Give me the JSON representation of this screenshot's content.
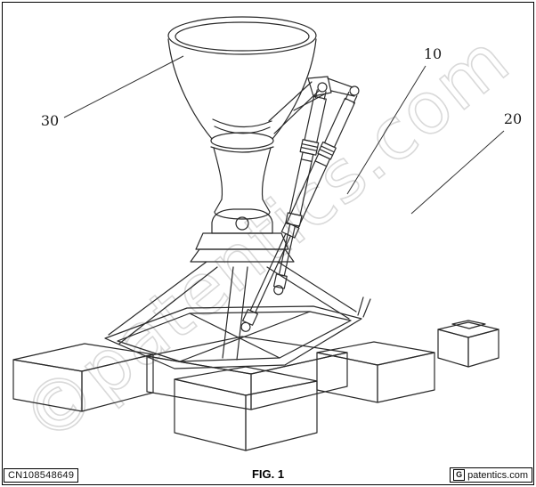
{
  "figure": {
    "caption": "FIG. 1",
    "patent_number": "CN108548649",
    "watermark": "©patentics.com",
    "source": {
      "icon": "G",
      "text": "patentics.com"
    },
    "refs": {
      "r30": "30",
      "r10": "10",
      "r20": "20"
    }
  }
}
